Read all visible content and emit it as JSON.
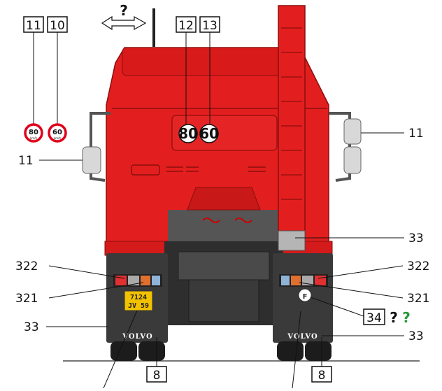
{
  "colors": {
    "body_red": "#e31e1e",
    "dark_red": "#b81414",
    "mudflap": "#3a3a3a",
    "plate_yellow": "#f2c200",
    "question_green": "#2a9a3a",
    "sign_red": "#e0001b"
  },
  "top": {
    "question_mark": "?",
    "arrow_icon": "double-arrow-icon"
  },
  "box_labels": {
    "b11_top": "11",
    "b10_top": "10",
    "b12": "12",
    "b13": "13",
    "b34": "34",
    "b8_left": "8",
    "b8_right": "8"
  },
  "speed_signs": {
    "sign1_value": "80",
    "sign1_unit": "km/h",
    "sign2_value": "60",
    "sign2_unit": "km/h"
  },
  "rear_speed_marks": {
    "value1": "80",
    "value2": "60"
  },
  "labels": {
    "l11_right": "11",
    "l11_left": "11",
    "l33_right_mid": "33",
    "l322_left": "322",
    "l322_right": "322",
    "l321_left": "321",
    "l321_right": "321",
    "l33_left": "33",
    "l33_right_bottom": "33"
  },
  "questions": {
    "q_black": "?",
    "q_green": "?"
  },
  "plate": {
    "line1": "7124",
    "line2": "JV 59"
  },
  "brand": {
    "left_flap": "VOLVO",
    "right_flap": "VOLVO"
  },
  "badge": {
    "letter": "F"
  }
}
